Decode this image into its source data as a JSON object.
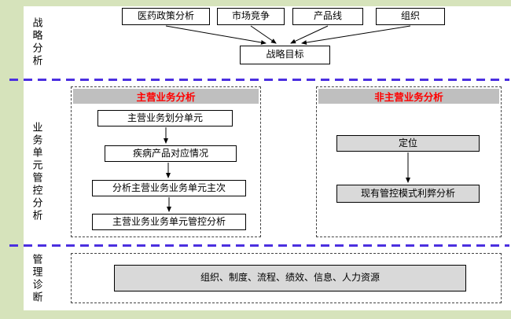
{
  "sections": {
    "strategy": {
      "label": "战略分析",
      "inputs": [
        "医药政策分析",
        "市场竞争",
        "产品线",
        "组织"
      ],
      "goal": "战略目标"
    },
    "business_units": {
      "label": "业务单元管控分析",
      "main_business": {
        "title": "主营业务分析",
        "steps": [
          "主营业务划分单元",
          "疾病产品对应情况",
          "分析主营业务业务单元主次",
          "主营业务业务单元管控分析"
        ]
      },
      "non_main_business": {
        "title": "非主营业务分析",
        "steps": [
          "定位",
          "现有管控模式利弊分析"
        ]
      }
    },
    "diagnosis": {
      "label": "管理诊断",
      "content": "组织、制度、流程、绩效、信息、人力资源"
    }
  },
  "colors": {
    "background": "#d6e3bb",
    "panel": "#ffffff",
    "header_gray": "#bfbfbf",
    "box_gray": "#d9d9d9",
    "accent_red": "#ff0000",
    "divider": "#4b2fe0",
    "line": "#000000"
  }
}
